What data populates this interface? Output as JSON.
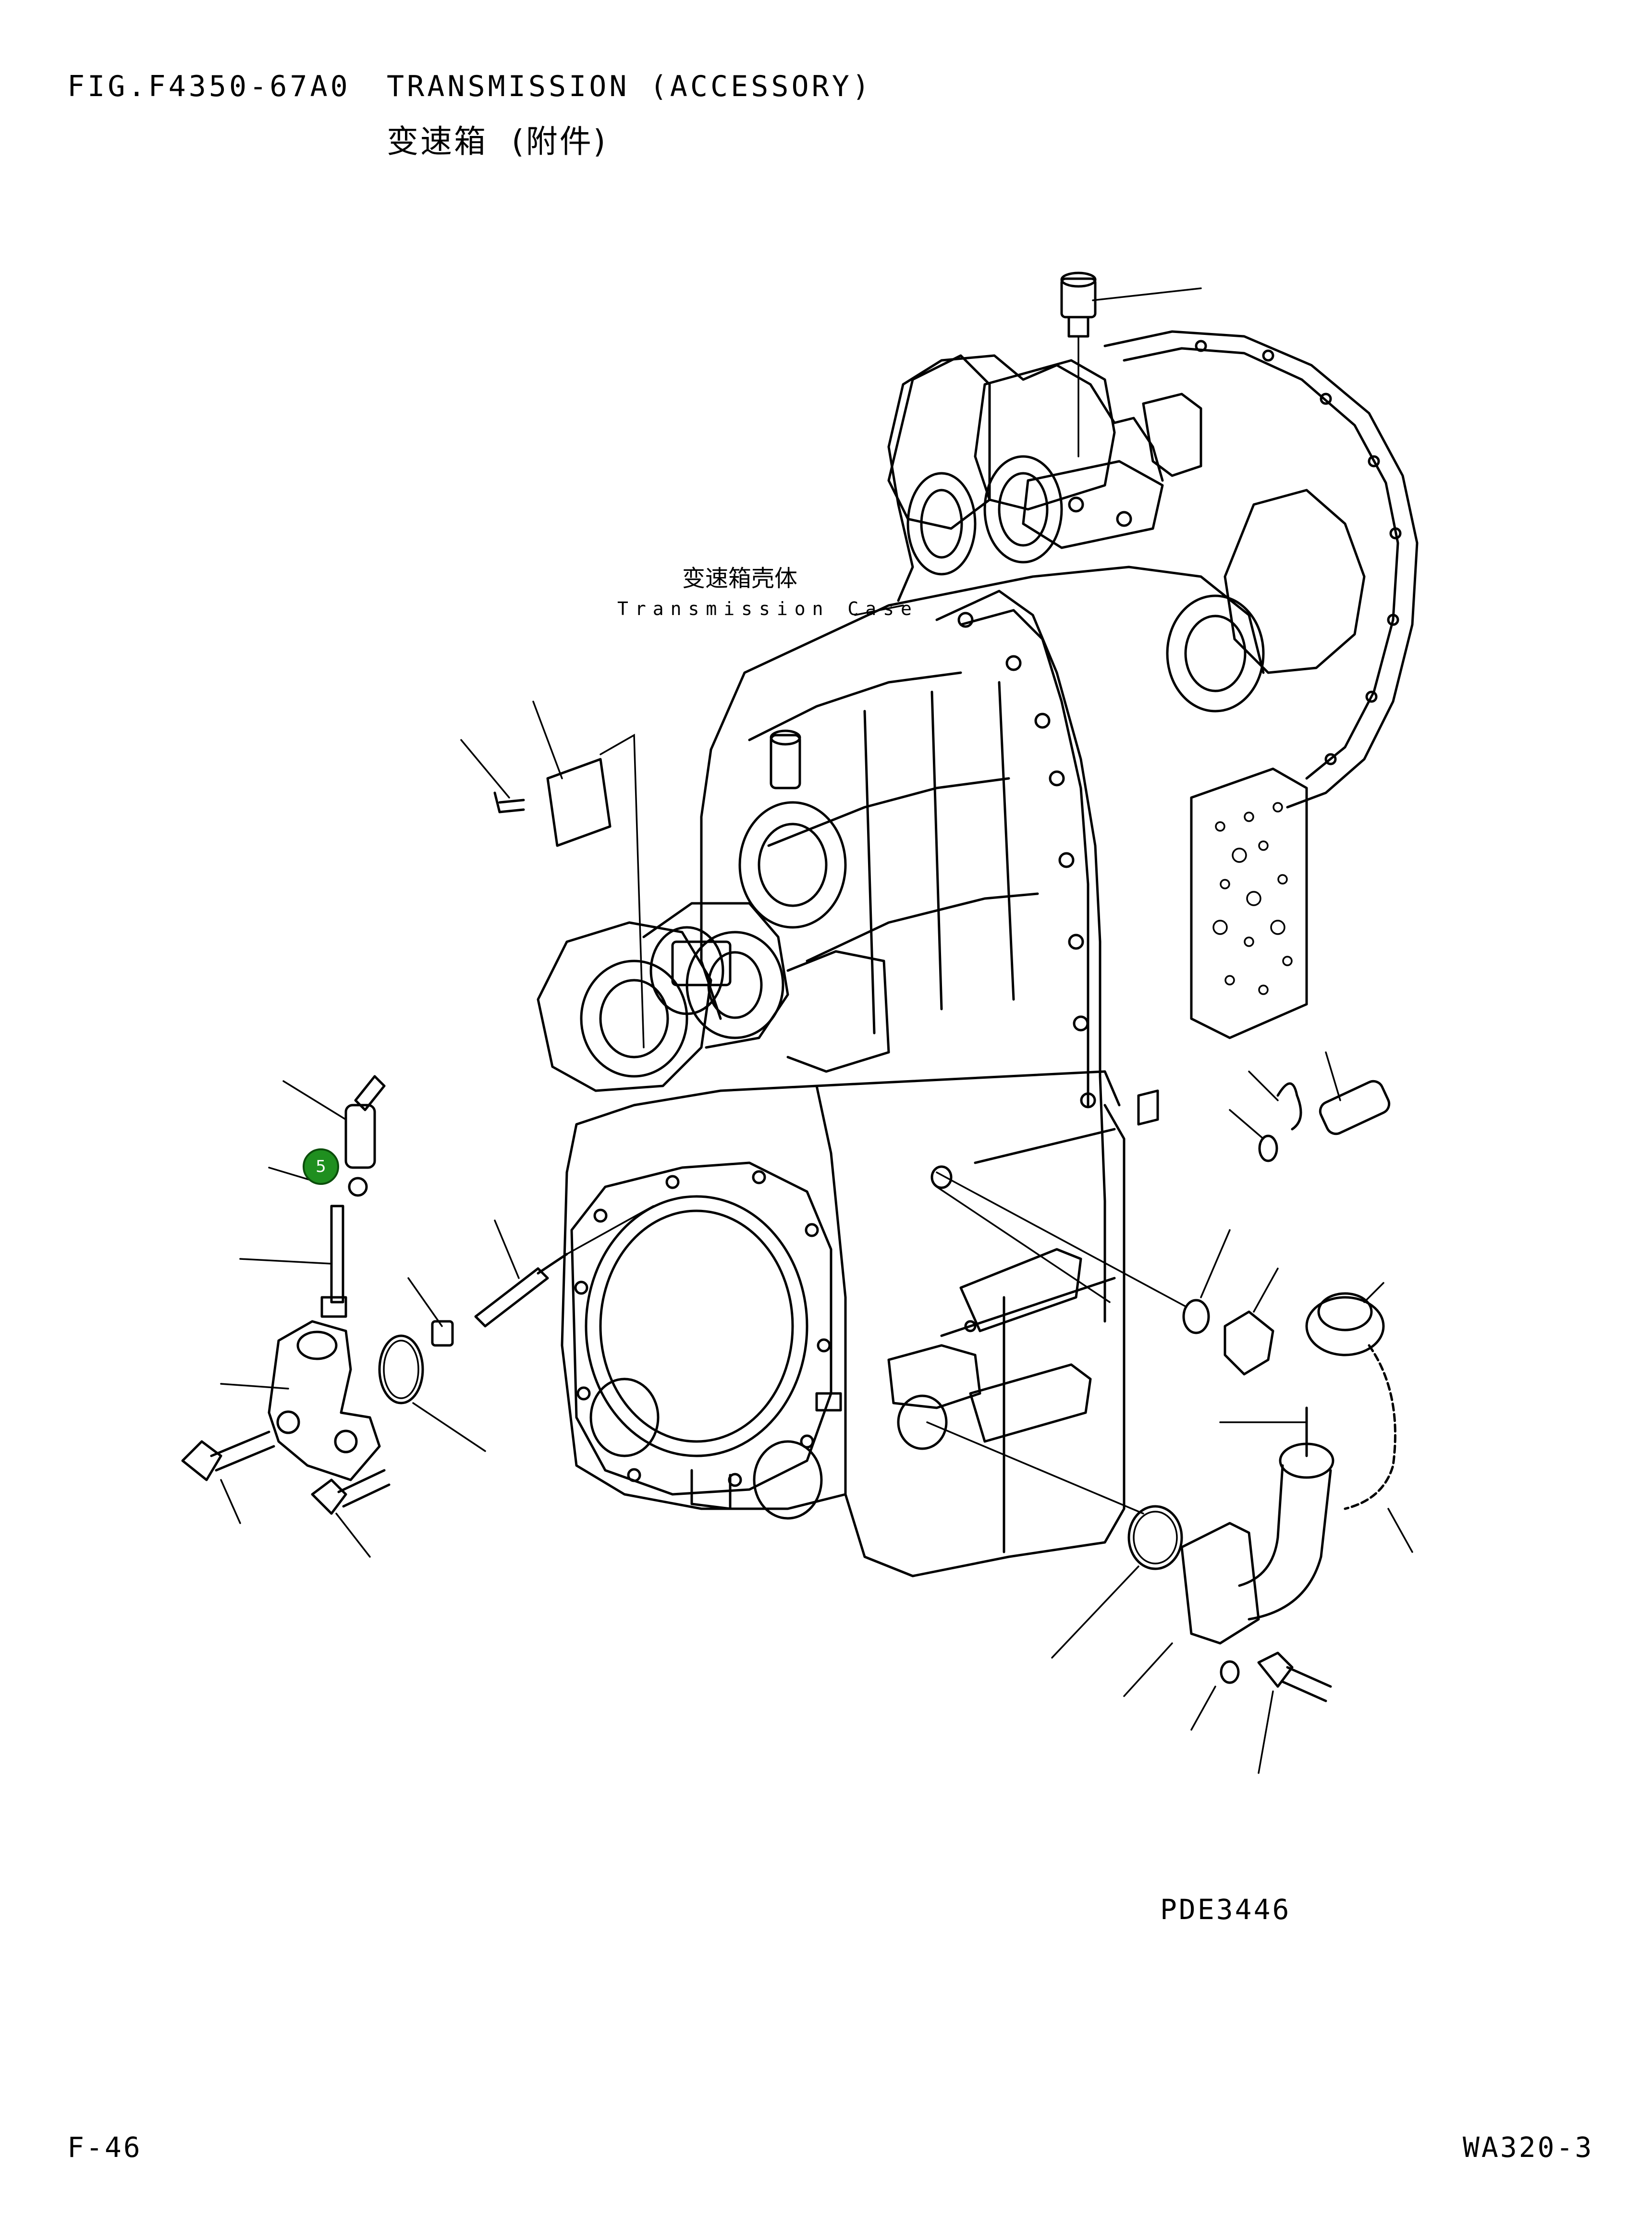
{
  "header": {
    "fig_code": "FIG.F4350-67A0",
    "title_en": "TRANSMISSION (ACCESSORY)",
    "title_cn": "变速箱  (附件)"
  },
  "labels": {
    "case_cn": "变速箱壳体",
    "case_en": "Transmission Case"
  },
  "callout": {
    "number": "5",
    "color": "#1f8f1f"
  },
  "footer": {
    "drawing_no": "PDE3446",
    "page_no": "F-46",
    "model": "WA320-3"
  }
}
